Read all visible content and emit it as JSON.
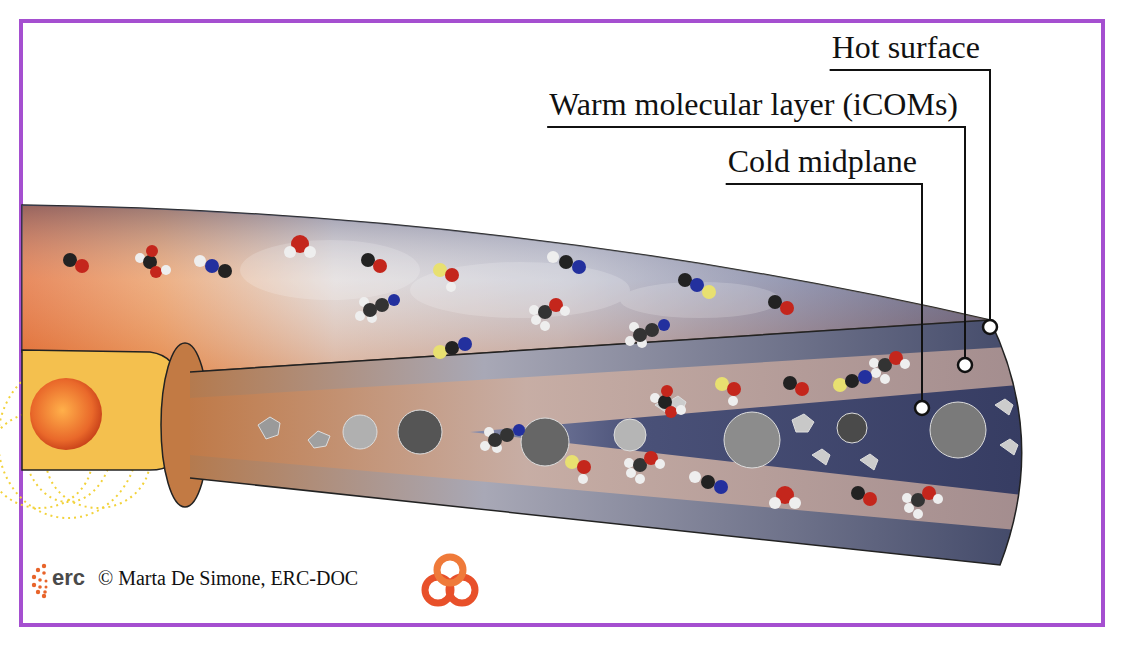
{
  "diagram": {
    "labels": [
      "Hot surface",
      "Warm molecular layer (iCOMs)",
      "Cold midplane",
      "erc",
      "© Marta De Simone, ERC-DOC"
    ]
  }
}
